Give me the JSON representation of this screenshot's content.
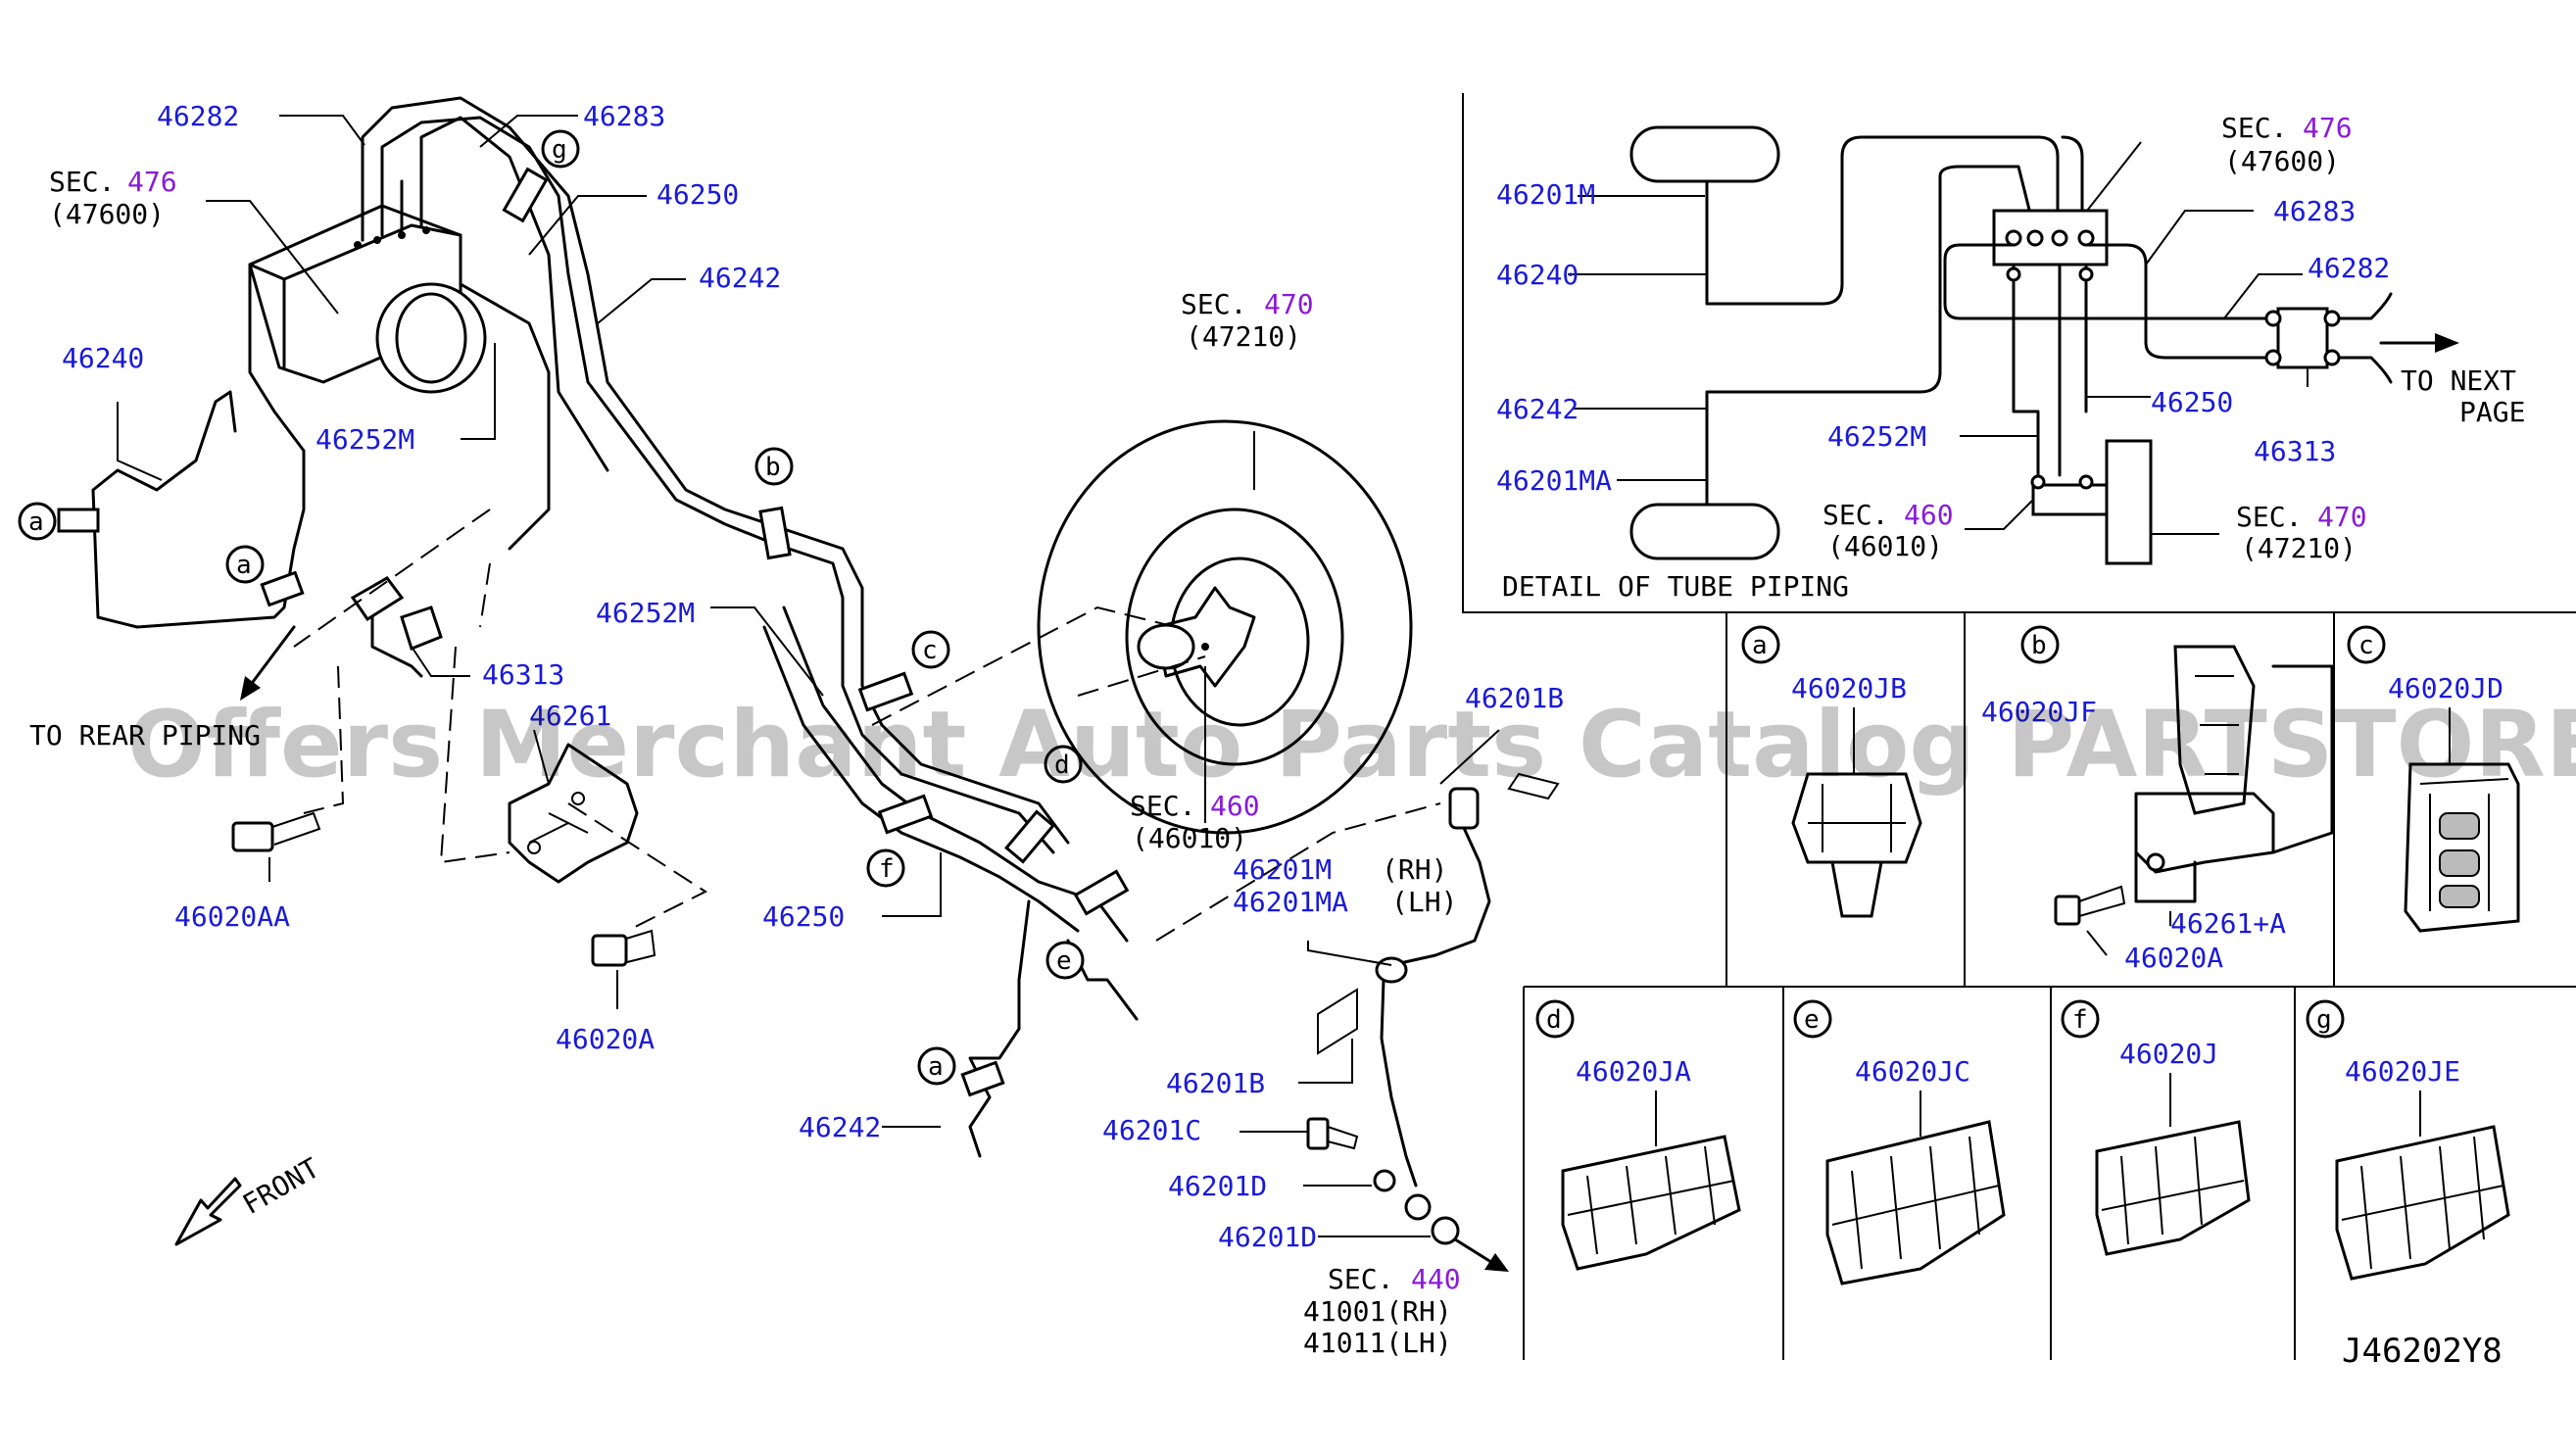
{
  "watermark": "Offers Merchant Auto Parts Catalog PARTSTORE.SA",
  "diagram_code": "J46202Y8",
  "accent_colors": {
    "part_number": "#1a1ad8",
    "section_number": "#8a1ad8",
    "line": "#000000"
  },
  "main": {
    "p46282": "46282",
    "p46283": "46283",
    "sec_word": "SEC.",
    "sec476": "476",
    "sec476_sub": "(47600)",
    "p46250": "46250",
    "p46242": "46242",
    "p46240": "46240",
    "p46252M": "46252M",
    "sec470": "470",
    "sec470_sub": "(47210)",
    "p46313": "46313",
    "to_rear": "TO REAR PIPING",
    "p46261": "46261",
    "p46020AA": "46020AA",
    "p46020A": "46020A",
    "p46252M_2": "46252M",
    "sec460": "460",
    "sec460_sub": "(46010)",
    "p46250_2": "46250",
    "p46201M": "46201M",
    "p46201MA": "46201MA",
    "rh": "(RH)",
    "lh": "(LH)",
    "p46201B_top": "46201B",
    "p46201B": "46201B",
    "p46201C": "46201C",
    "p46201D_1": "46201D",
    "p46201D_2": "46201D",
    "p46242_2": "46242",
    "sec440": "440",
    "sec440_rh": "41001(RH)",
    "sec440_lh": "41011(LH)",
    "front": "FRONT",
    "letters": {
      "a": "a",
      "b": "b",
      "c": "c",
      "d": "d",
      "e": "e",
      "f": "f",
      "g": "g"
    }
  },
  "detail": {
    "title": "DETAIL OF TUBE PIPING",
    "p46201M": "46201M",
    "p46240": "46240",
    "p46242": "46242",
    "p46201MA": "46201MA",
    "sec476": "476",
    "sec476_sub": "(47600)",
    "p46283": "46283",
    "p46282": "46282",
    "to_next_1": "TO NEXT",
    "to_next_2": "PAGE",
    "p46250": "46250",
    "p46252M": "46252M",
    "p46313": "46313",
    "sec460": "460",
    "sec460_sub": "(46010)",
    "sec470": "470",
    "sec470_sub": "(47210)"
  },
  "clips": [
    {
      "letter": "a",
      "part": "46020JB"
    },
    {
      "letter": "b",
      "part": "46020JF",
      "extra1": "46261+A",
      "extra2": "46020A"
    },
    {
      "letter": "c",
      "part": "46020JD"
    },
    {
      "letter": "d",
      "part": "46020JA"
    },
    {
      "letter": "e",
      "part": "46020JC"
    },
    {
      "letter": "f",
      "part": "46020J"
    },
    {
      "letter": "g",
      "part": "46020JE"
    }
  ]
}
